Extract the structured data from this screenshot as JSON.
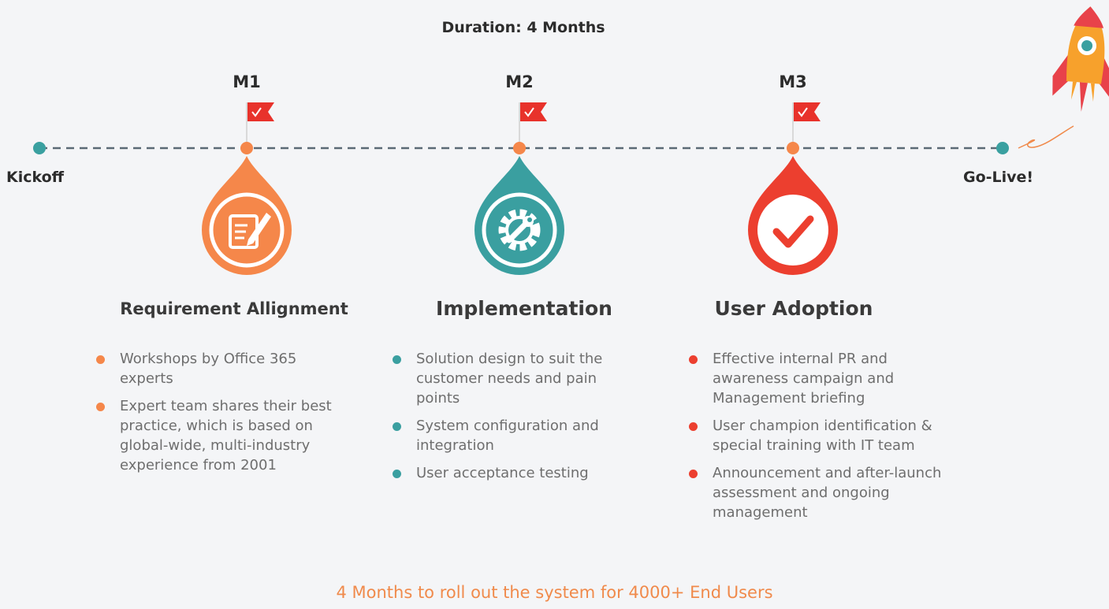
{
  "header": {
    "duration": "Duration: 4 Months"
  },
  "timeline": {
    "start_label": "Kickoff",
    "end_label": "Go-Live!",
    "line_color": "#5a6a75",
    "endpoint_color": "#3aa0a0"
  },
  "milestones": [
    {
      "label": "M1",
      "flag_color": "#e8322b"
    },
    {
      "label": "M2",
      "flag_color": "#e8322b"
    },
    {
      "label": "M3",
      "flag_color": "#e8322b"
    }
  ],
  "phases": [
    {
      "title": "Requirement Allignment",
      "color": "#f5874a",
      "icon": "document-pen-icon",
      "bullets": [
        "Workshops by Office 365 experts",
        "Expert team shares their best practice, which is based on global-wide, multi-industry experience from 2001"
      ]
    },
    {
      "title": "Implementation",
      "color": "#3a9fa0",
      "icon": "gear-wrench-icon",
      "bullets": [
        "Solution design to suit the customer needs and pain points",
        "System configuration and integration",
        "User acceptance testing"
      ]
    },
    {
      "title": "User Adoption",
      "color": "#ec3f2f",
      "icon": "checkmark-icon",
      "bullets": [
        "Effective internal PR and awareness campaign and Management briefing",
        "User champion identification & special training with IT team",
        "Announcement and after-launch assessment and ongoing management"
      ]
    }
  ],
  "footer": {
    "text": "4 Months to roll out the system for 4000+ End Users"
  },
  "decorations": {
    "rocket": "rocket-icon"
  }
}
